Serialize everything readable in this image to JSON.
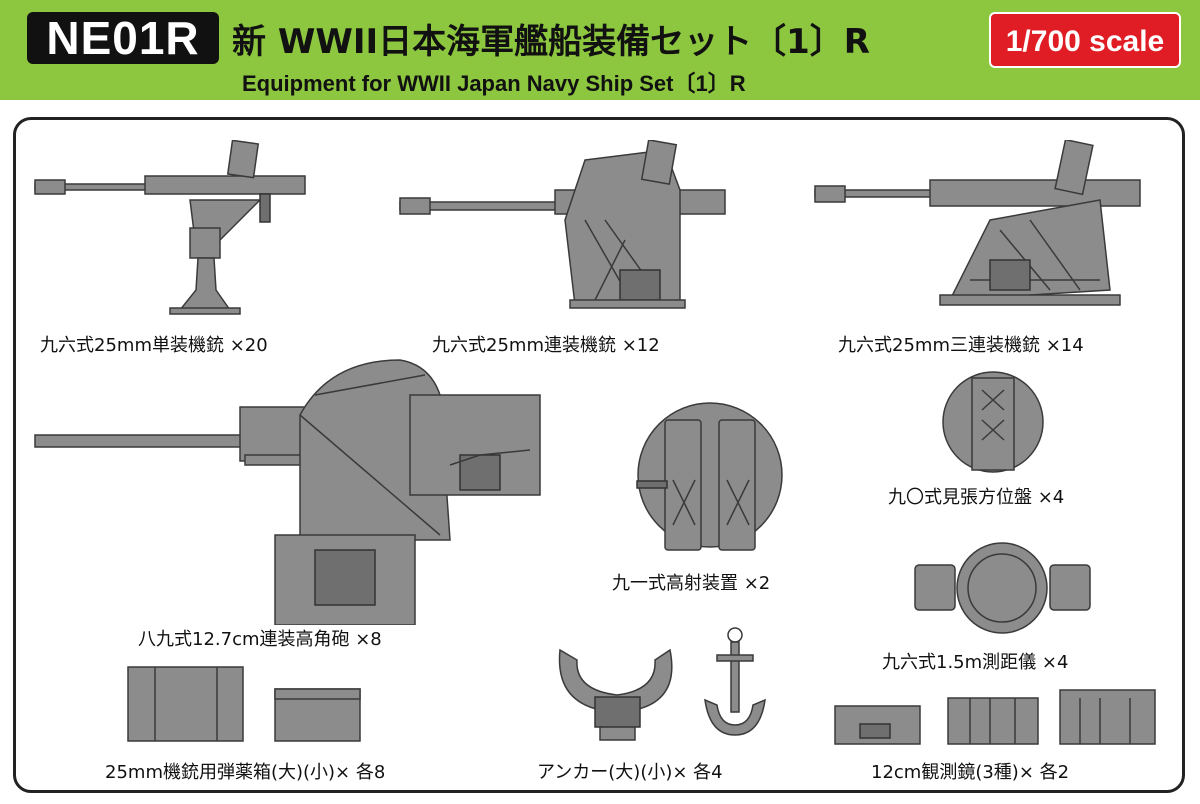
{
  "header": {
    "code": "NE01R",
    "title_jp": "新 WWII日本海軍艦船装備セット〔1〕R",
    "title_en": "Equipment for WWII Japan Navy Ship Set〔1〕R",
    "scale": "1/700 scale"
  },
  "parts": [
    {
      "label": "九六式25mm単装機銃 ×20"
    },
    {
      "label": "九六式25mm連装機銃 ×12"
    },
    {
      "label": "九六式25mm三連装機銃 ×14"
    },
    {
      "label": "八九式12.7cm連装高角砲 ×8"
    },
    {
      "label": "九一式高射装置 ×2"
    },
    {
      "label": "九〇式見張方位盤 ×4"
    },
    {
      "label": "九六式1.5m測距儀 ×4"
    },
    {
      "label": "25mm機銃用弾薬箱(大)(小)× 各8"
    },
    {
      "label": "アンカー(大)(小)× 各4"
    },
    {
      "label": "12cm観測鏡(3種)× 各2"
    }
  ],
  "colors": {
    "header_green": "#8dc63f",
    "scale_red": "#e01d24",
    "part_gray": "#8c8c8c"
  }
}
